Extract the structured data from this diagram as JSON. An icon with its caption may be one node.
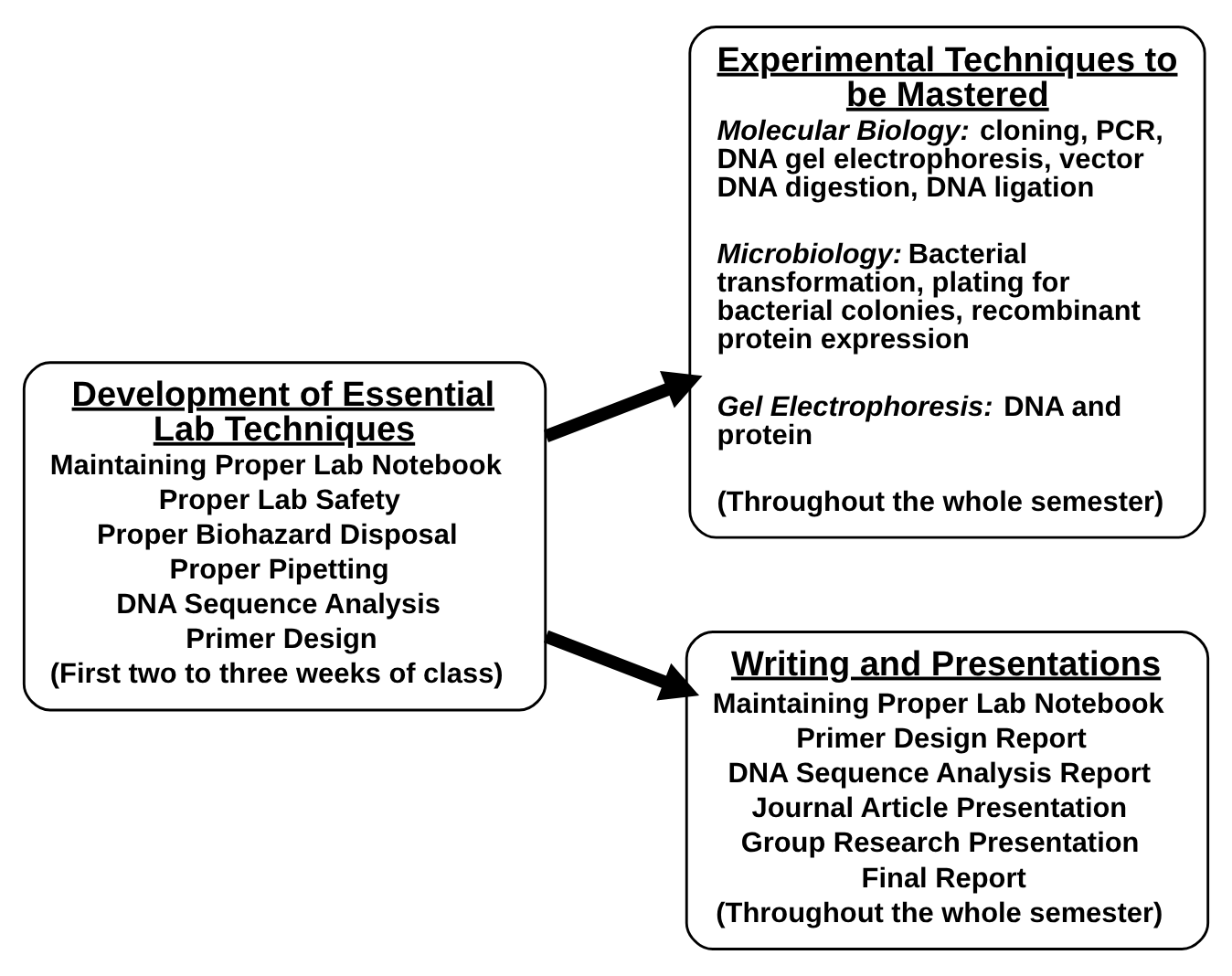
{
  "diagram": {
    "nodes": [
      {
        "text": [
          "Development of Essential Lab Techniques",
          "Maintaining Proper Lab Notebook",
          "Proper Lab Safety",
          "Proper Biohazard Disposal",
          "Proper Pipetting",
          "DNA Sequence Analysis",
          "Primer Design",
          "(First two to three weeks of class)"
        ]
      },
      {
        "text": [
          "Experimental Techniques to be Mastered",
          "*Molecular Biology:* cloning, PCR, DNA gel electrophoresis, vector DNA digestion, DNA ligation",
          "*Microbiology:* Bacterial transformation, plating for bacterial colonies, recombinant protein expression",
          "*Gel Electrophoresis:* DNA and protein",
          "(Throughout the whole semester)"
        ]
      },
      {
        "text": [
          "Writing and Presentations",
          "Maintaining Proper Lab Notebook",
          "Primer Design Report",
          "DNA Sequence Analysis Report",
          "Journal Article Presentation",
          "Group Research Presentation",
          "Final Report",
          "(Throughout the whole semester)"
        ]
      }
    ],
    "edges": [
      {
        "from": 0,
        "to": 1,
        "arrow": "to"
      },
      {
        "from": 0,
        "to": 2,
        "arrow": "to"
      }
    ]
  }
}
